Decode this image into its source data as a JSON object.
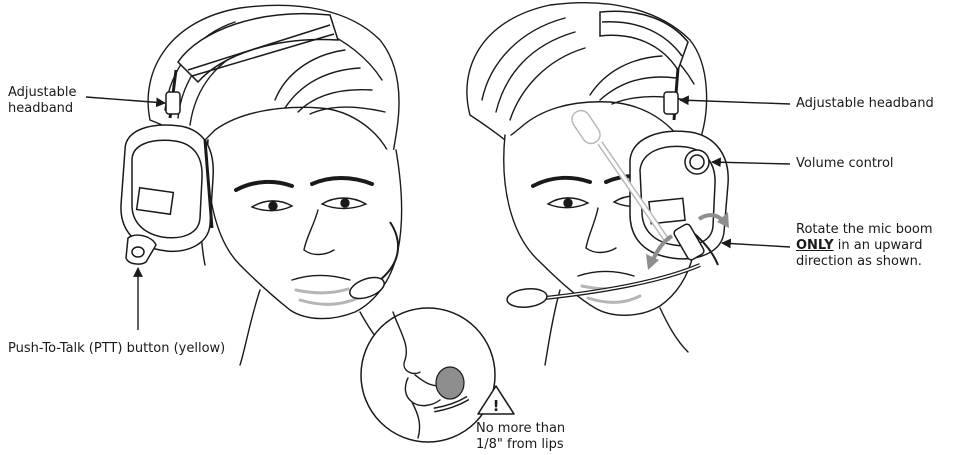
{
  "labels": {
    "left_headband": "Adjustable\nheadband",
    "right_headband": "Adjustable headband",
    "volume": "Volume control",
    "rotate_line1": "Rotate the mic boom",
    "rotate_emph": "ONLY",
    "rotate_rest": " in an upward",
    "rotate_line3": "direction as shown.",
    "ptt": "Push-To-Talk (PTT) button (yellow)",
    "distance": "No more than\n1/8\" from lips"
  },
  "warning_symbol": "!",
  "colors": {
    "line": "#1a1a1a",
    "mic_grey": "#8e8e8e",
    "shadow": "#b5b5b5",
    "ghost": "#b9b9b9",
    "white": "#ffffff"
  }
}
